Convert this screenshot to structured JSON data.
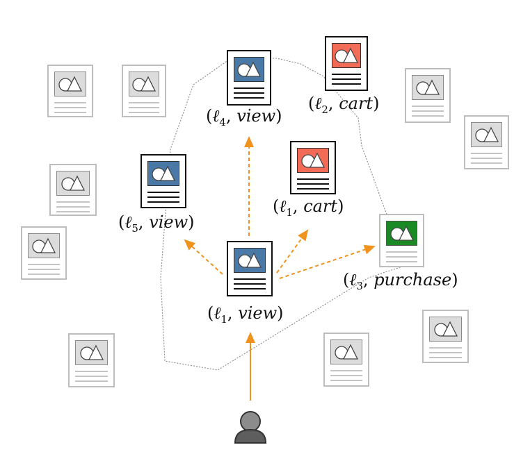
{
  "colors": {
    "view": "#4a79a8",
    "cart": "#f26b57",
    "purchase": "#1a8a25",
    "gray_item": "#dcdcdc",
    "arrow": "#f0931e",
    "user": "#8c8c8c"
  },
  "labels": {
    "l4_view": {
      "ell": "ℓ",
      "sub": "4",
      "action": "view"
    },
    "l2_cart": {
      "ell": "ℓ",
      "sub": "2",
      "action": "cart"
    },
    "l5_view": {
      "ell": "ℓ",
      "sub": "5",
      "action": "view"
    },
    "l1_cart": {
      "ell": "ℓ",
      "sub": "1",
      "action": "cart"
    },
    "l3_purchase": {
      "ell": "ℓ",
      "sub": "3",
      "action": "purchase"
    },
    "l1_view": {
      "ell": "ℓ",
      "sub": "1",
      "action": "view"
    }
  },
  "icons": {
    "user": "user-avatar-icon",
    "item": "document-item-icon"
  }
}
